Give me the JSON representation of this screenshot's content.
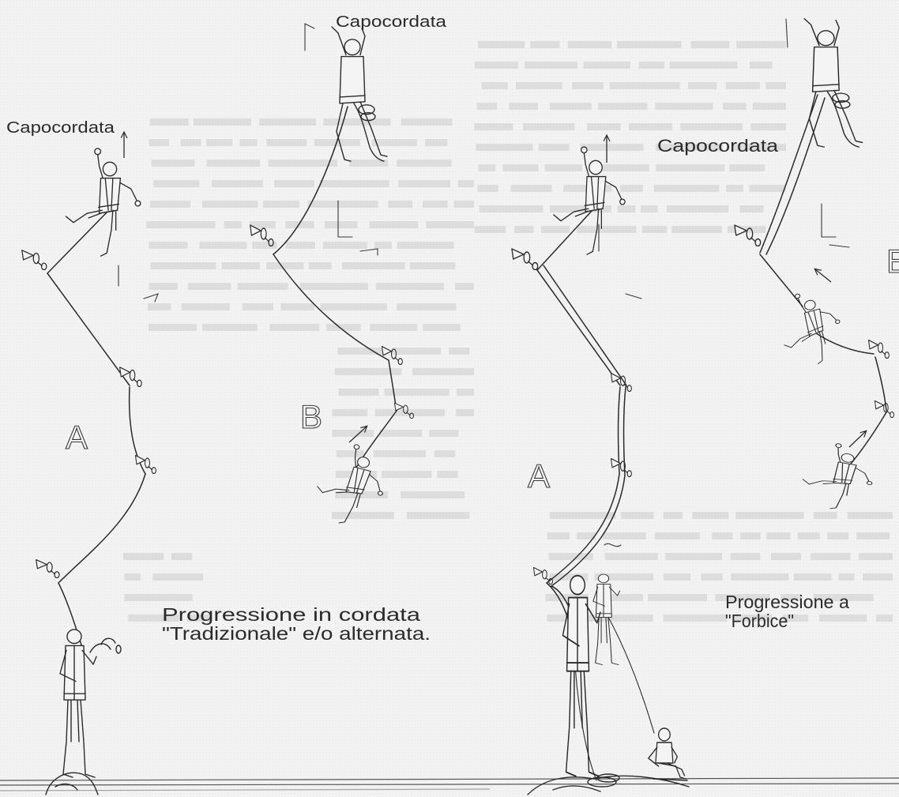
{
  "labels": {
    "lead_top_b": "Capocordata",
    "lead_left_a": "Capocordata",
    "lead_right_b": "Capocordata",
    "letter_a_left": "A",
    "letter_b_middle": "B",
    "letter_a_right": "A",
    "letter_b_right": "B"
  },
  "captions": {
    "traditional": {
      "line1": "Progressione in cordata",
      "line2": "\"Tradizionale\" e/o alternata."
    },
    "scissors": {
      "line1": "Progressione a",
      "line2": "\"Forbice\""
    }
  },
  "colors": {
    "ink": "#2b2b2b",
    "paper": "#f4f4f4"
  }
}
